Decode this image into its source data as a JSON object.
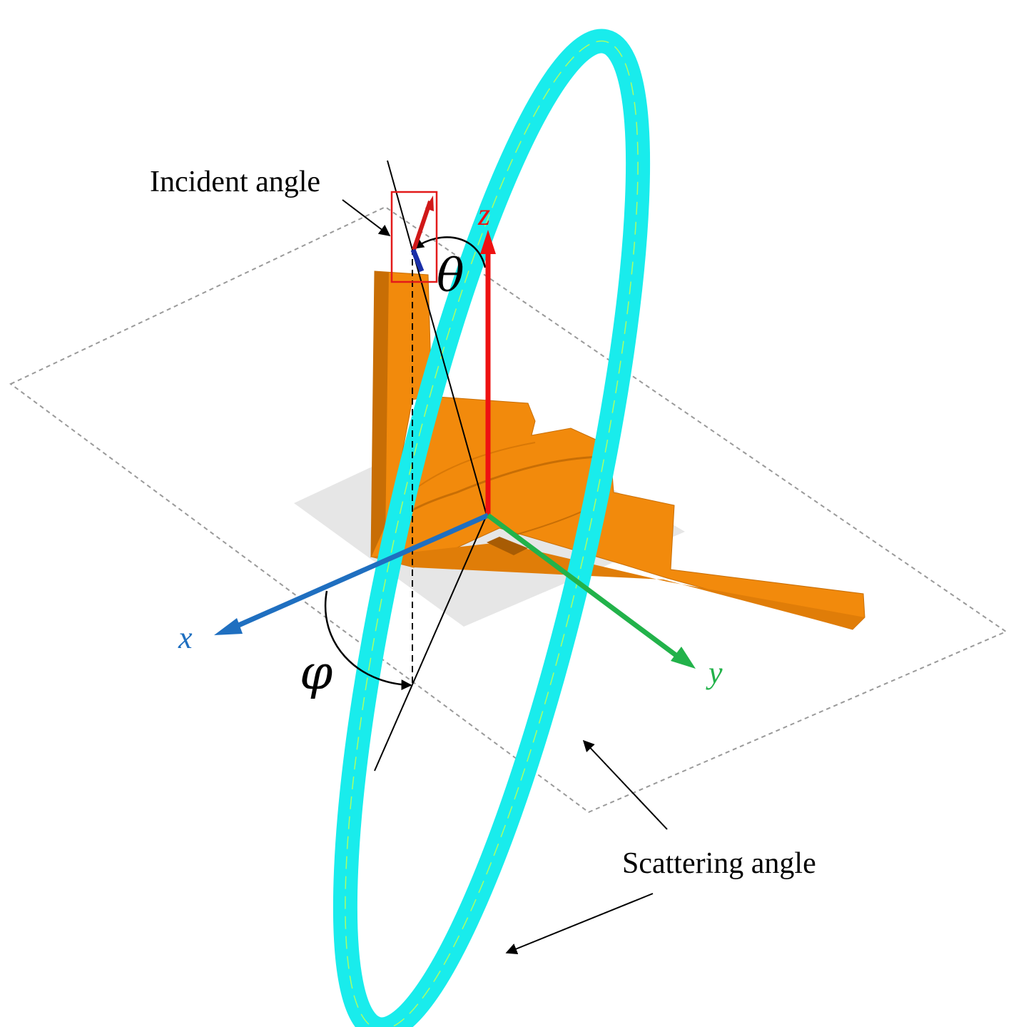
{
  "labels": {
    "incident_angle": "Incident angle",
    "scattering_angle": "Scattering angle"
  },
  "axes": {
    "x": "x",
    "y": "y",
    "z": "z"
  },
  "angles": {
    "theta": "θ",
    "phi": "φ"
  },
  "colors": {
    "x_axis": "#1f6fc0",
    "y_axis": "#22b24a",
    "z_axis": "#ee1111",
    "ring": "#19ecec",
    "aircraft": "#f28a0c",
    "aircraft_dark": "#c86e05",
    "shadow": "#e6e6e6",
    "highlight_box": "#e31a1a",
    "incident_vector_red": "#d01818",
    "incident_vector_blue": "#1a2fa8"
  }
}
